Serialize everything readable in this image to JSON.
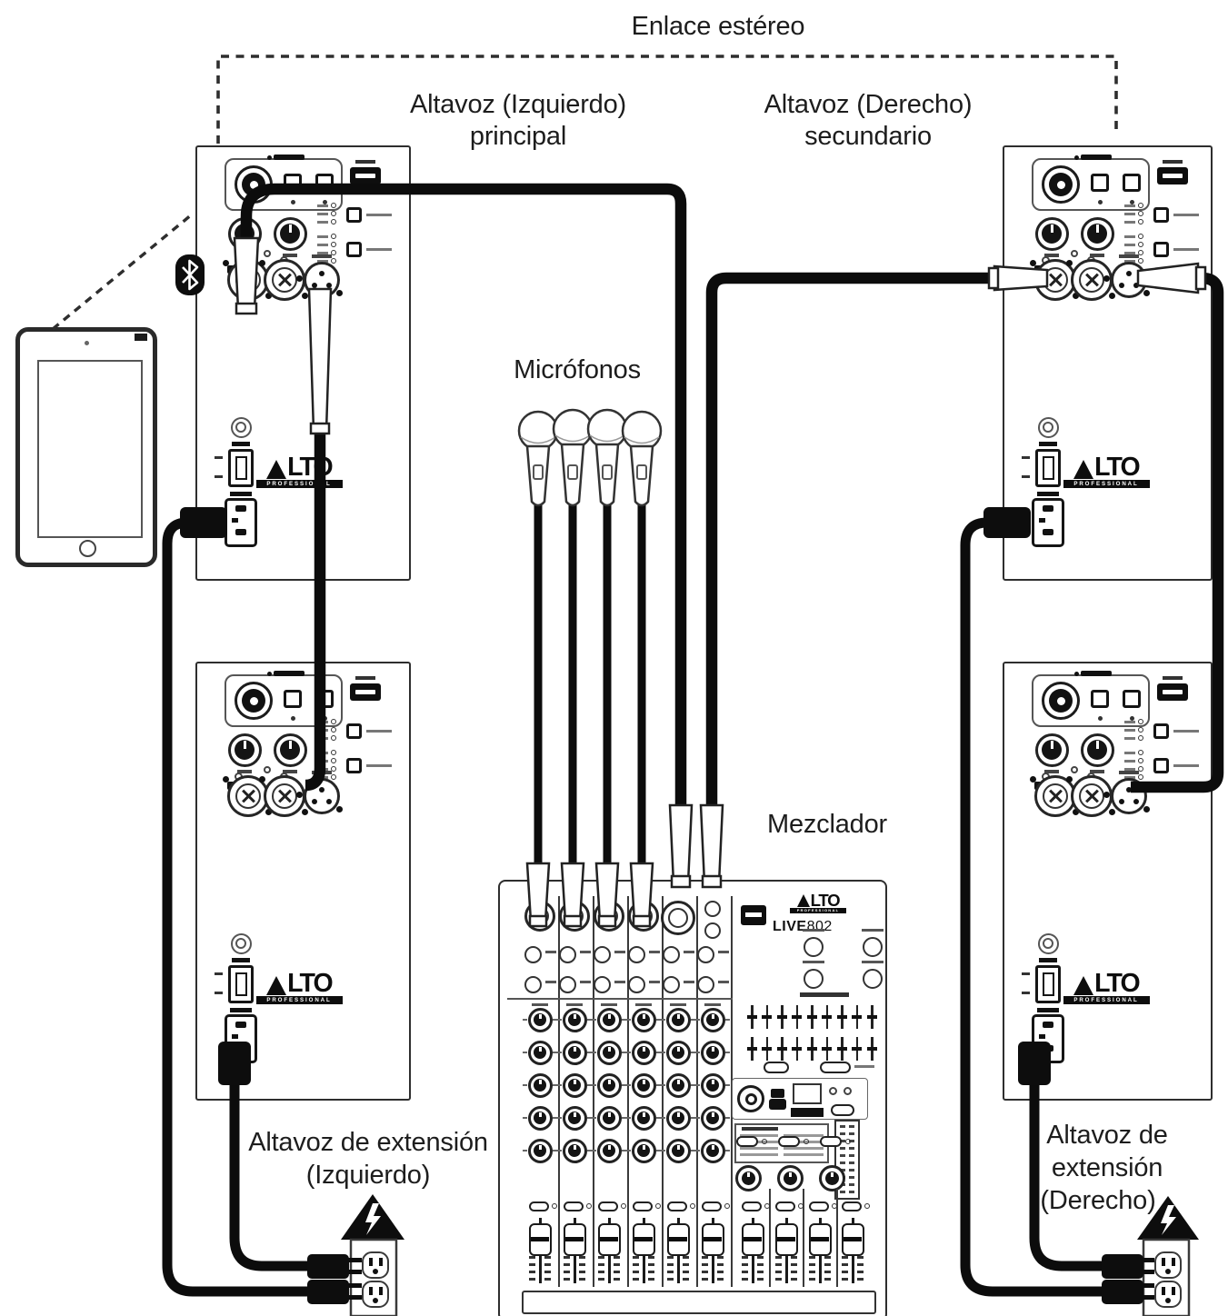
{
  "labels": {
    "stereo_link": "Enlace estéreo",
    "left_main_line1": "Altavoz (Izquierdo)",
    "left_main_line2": "principal",
    "right_main_line1": "Altavoz (Derecho)",
    "right_main_line2": "secundario",
    "microphones": "Micrófonos",
    "mixer": "Mezclador",
    "tablet": "Tableta",
    "ext_left_line1": "Altavoz de extensión",
    "ext_left_line2": "(Izquierdo)",
    "ext_right_line1": "Altavoz de",
    "ext_right_line2": "extensión",
    "ext_right_line3": "(Derecho)"
  },
  "brand": {
    "name": "ALTO",
    "logo_letters": "LTO",
    "sub": "PROFESSIONAL",
    "mixer_model_bold": "LIVE",
    "mixer_model_rest": "802"
  },
  "colors": {
    "ink": "#1a1a1a",
    "background": "#ffffff"
  },
  "counts": {
    "microphones": 4,
    "mixer_channel_strips": 6,
    "mixer_faders": 10,
    "graphic_eq_bands": 9,
    "speakers": 4,
    "power_outlets": 2
  },
  "components": [
    {
      "id": "tablet",
      "label_ref": "tablet"
    },
    {
      "id": "left-main-speaker",
      "label_ref": "left_main"
    },
    {
      "id": "right-secondary-speaker",
      "label_ref": "right_main"
    },
    {
      "id": "left-extension-speaker",
      "label_ref": "ext_left"
    },
    {
      "id": "right-extension-speaker",
      "label_ref": "ext_right"
    },
    {
      "id": "mixer",
      "label_ref": "mixer",
      "model": "LIVE802"
    },
    {
      "id": "microphones",
      "label_ref": "microphones"
    },
    {
      "id": "power-outlet-left"
    },
    {
      "id": "power-outlet-right"
    }
  ],
  "connections": [
    {
      "from": "left-main-speaker",
      "to": "right-secondary-speaker",
      "type": "stereo-link-dashed",
      "label_ref": "stereo_link"
    },
    {
      "from": "tablet",
      "to": "left-main-speaker",
      "type": "bluetooth-dashed"
    },
    {
      "from": "mixer-main-out-left",
      "to": "left-main-speaker-input-1",
      "type": "xlr-cable"
    },
    {
      "from": "mixer-main-out-right",
      "to": "right-secondary-speaker-input-1",
      "type": "xlr-cable"
    },
    {
      "from": "left-main-speaker-mix-out",
      "to": "left-extension-speaker-input",
      "type": "xlr-cable"
    },
    {
      "from": "right-secondary-speaker-mix-out",
      "to": "right-extension-speaker-input",
      "type": "xlr-cable"
    },
    {
      "from": "microphones",
      "to": "mixer-channels-1-4",
      "type": "mic-cables"
    },
    {
      "from": "left-main-speaker-ac-input",
      "to": "power-outlet-left"
    },
    {
      "from": "left-extension-speaker-ac-input",
      "to": "power-outlet-left"
    },
    {
      "from": "right-secondary-speaker-ac-input",
      "to": "power-outlet-right"
    },
    {
      "from": "right-extension-speaker-ac-input",
      "to": "power-outlet-right"
    }
  ]
}
